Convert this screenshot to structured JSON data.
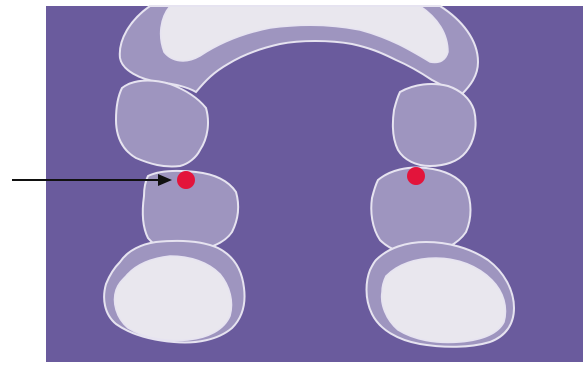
{
  "diagram": {
    "background_color": "#6a5b9d",
    "page_color": "#ffffff",
    "bone_outline_color": "#e6e3f0",
    "bone_light_fill": "#e9e7ee",
    "bone_mid_fill": "#9e95bf",
    "marker_color": "#e3143b",
    "arrow_color": "#111111",
    "markers": [
      {
        "name": "left-joint-marker",
        "side": "left"
      },
      {
        "name": "right-joint-marker",
        "side": "right"
      }
    ],
    "arrow": {
      "points_to": "left-joint-marker"
    }
  }
}
